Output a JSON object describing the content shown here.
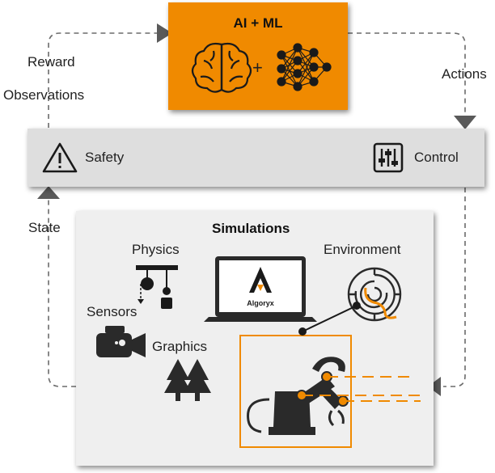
{
  "header": {
    "title": "AI + ML",
    "plus": "+"
  },
  "loop": {
    "reward": "Reward",
    "observations": "Observations",
    "actions": "Actions",
    "state": "State"
  },
  "bar": {
    "safety": "Safety",
    "control": "Control"
  },
  "simulations": {
    "title": "Simulations",
    "physics": "Physics",
    "sensors": "Sensors",
    "graphics": "Graphics",
    "environment": "Environment",
    "laptop_brand": "Algoryx"
  },
  "colors": {
    "accent": "#f08a00",
    "bar": "#dedede",
    "panel": "#efefef",
    "arrow": "#555555"
  },
  "icons": [
    "brain-icon",
    "neural-network-icon",
    "warning-icon",
    "control-sliders-icon",
    "pulley-icon",
    "camera-icon",
    "trees-icon",
    "laptop-icon",
    "maze-icon",
    "robot-arm-icon"
  ]
}
